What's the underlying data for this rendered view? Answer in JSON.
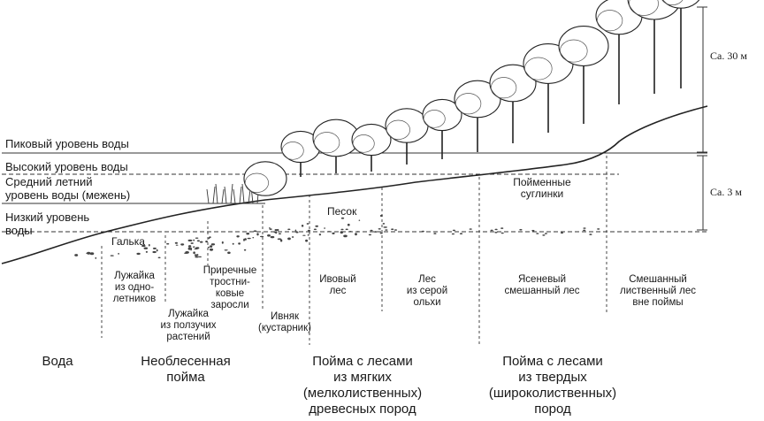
{
  "water_levels": {
    "peak": "Пиковый уровень воды",
    "high": "Высокий уровень воды",
    "summer_line1": "Средний летний",
    "summer_line2": "уровень воды (межень)",
    "low_line1": "Низкий уровень",
    "low_line2": "воды"
  },
  "heights": {
    "top": "Ca. 30 м",
    "middle": "Ca. 3 м"
  },
  "soils": {
    "pebble": "Галька",
    "sand": "Песок",
    "loam_line1": "Пойменные",
    "loam_line2": "суглинки"
  },
  "zones": {
    "annuals": [
      "Лужайка",
      "из одно-",
      "летников"
    ],
    "creeping": [
      "Лужайка",
      "из ползучих",
      "растений"
    ],
    "reeds": [
      "Приречные",
      "тростни-",
      "ковые",
      "заросли"
    ],
    "willow_shrub": [
      "Ивняк",
      "(кустарник)"
    ],
    "willow_forest": [
      "Ивовый",
      "лес"
    ],
    "alder_forest": [
      "Лес",
      "из серой",
      "ольхи"
    ],
    "ash_forest": [
      "Ясеневый",
      "смешанный лес"
    ],
    "mixed_forest": [
      "Смешанный",
      "лиственный лес",
      "вне поймы"
    ]
  },
  "sections": {
    "water": "Вода",
    "unforested": [
      "Необлесенная",
      "пойма"
    ],
    "softwood": [
      "Пойма с лесами",
      "из мягких",
      "(мелколиственных)",
      "древесных пород"
    ],
    "hardwood": [
      "Пойма с лесами",
      "из твердых",
      "(широколиственных)",
      "пород"
    ]
  }
}
